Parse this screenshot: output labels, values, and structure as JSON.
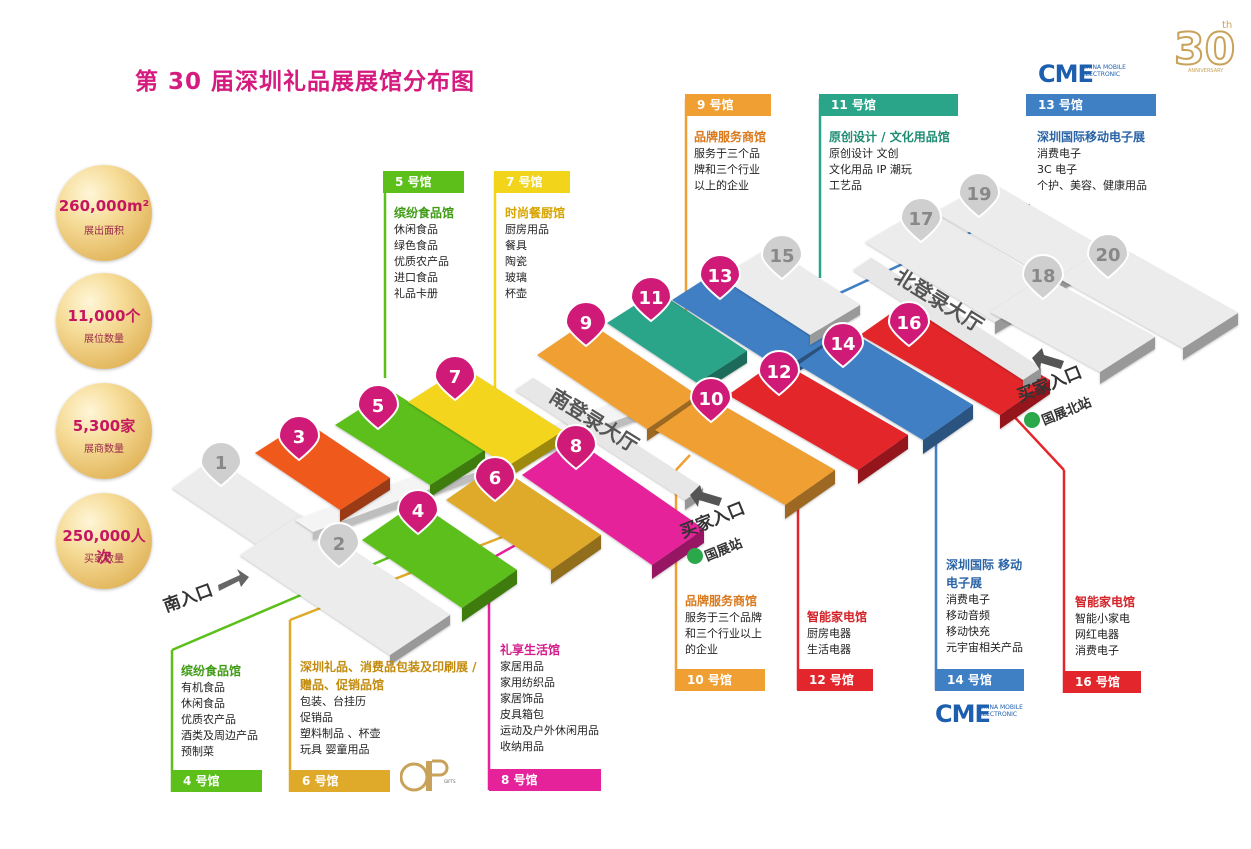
{
  "title": "第 30 届深圳礼品展展馆分布图",
  "stats": [
    {
      "value": "260,000m²",
      "label": "展出面积"
    },
    {
      "value": "11,000个",
      "label": "展位数量"
    },
    {
      "value": "5,300家",
      "label": "展商数量"
    },
    {
      "value": "250,000人次",
      "label": "买家数量"
    }
  ],
  "hall_numbers": [
    "1",
    "2",
    "3",
    "4",
    "5",
    "6",
    "7",
    "8",
    "9",
    "10",
    "11",
    "12",
    "13",
    "14",
    "15",
    "16",
    "17",
    "18",
    "19",
    "20"
  ],
  "corridors": {
    "south": "南登录大厅",
    "north": "北登录大厅"
  },
  "entrances": {
    "south": "南入口",
    "buyer_mid": "买家入口",
    "station_mid": "国展站",
    "buyer_north": "买家入口",
    "station_north": "国展北站"
  },
  "halls": {
    "h5": {
      "tag": "5 号馆",
      "title": "缤纷食品馆",
      "items": [
        "休闲食品",
        "绿色食品",
        "优质农产品",
        "进口食品",
        "礼品卡册"
      ]
    },
    "h7": {
      "tag": "7 号馆",
      "title": "时尚餐厨馆",
      "items": [
        "厨房用品",
        "餐具",
        "陶瓷",
        "玻璃",
        "杯壶"
      ]
    },
    "h9": {
      "tag": "9 号馆",
      "title": "品牌服务商馆",
      "items": [
        "服务于三个品",
        "牌和三个行业",
        "以上的企业"
      ]
    },
    "h11": {
      "tag": "11 号馆",
      "title": "原创设计 / 文化用品馆",
      "items": [
        "原创设计  文创",
        "文化用品  IP 潮玩",
        "工艺品"
      ]
    },
    "h13": {
      "tag": "13 号馆",
      "title": "深圳国际移动电子展",
      "items": [
        "消费电子",
        "3C 电子",
        "个护、美容、健康用品"
      ]
    },
    "h4": {
      "tag": "4 号馆",
      "title": "缤纷食品馆",
      "items": [
        "有机食品",
        "休闲食品",
        "优质农产品",
        "酒类及周边产品",
        "预制菜"
      ]
    },
    "h6": {
      "tag": "6 号馆",
      "title": "深圳礼品、消费品包装及印刷展 / 赠品、促销品馆",
      "items": [
        "包装、台挂历",
        "促销品",
        "塑料制品 、杯壶",
        "玩具  婴童用品"
      ]
    },
    "h8": {
      "tag": "8 号馆",
      "title": "礼享生活馆",
      "items": [
        "家居用品",
        "家用纺织品",
        "家居饰品",
        "皮具箱包",
        "运动及户外休闲用品",
        "收纳用品"
      ]
    },
    "h10": {
      "tag": "10 号馆",
      "title": "品牌服务商馆",
      "items": [
        "服务于三个品牌",
        "和三个行业以上",
        "的企业"
      ]
    },
    "h12": {
      "tag": "12 号馆",
      "title": "智能家电馆",
      "items": [
        "厨房电器",
        "生活电器"
      ]
    },
    "h14": {
      "tag": "14 号馆",
      "title": "深圳国际 移动电子展",
      "items": [
        "消费电子",
        "移动音频",
        "移动快充",
        "元宇宙相关产品"
      ]
    },
    "h16": {
      "tag": "16 号馆",
      "title": "智能家电馆",
      "items": [
        "智能小家电",
        "网红电器",
        "消费电子"
      ]
    }
  },
  "logos": {
    "cme": "CME",
    "cme_sub": "CHINA MOBILE ELECTRONIC",
    "anniv": "30th",
    "anniv_sub": "ANNIVERSARY",
    "gift": "GIFTS PACKAGING & PRINTING"
  },
  "colors": {
    "title": "#d51b7f",
    "food": "#5cbf1a",
    "kitchen": "#f2d51a",
    "brand": "#f0a033",
    "culture": "#2aa58a",
    "mobile": "#3f7fc4",
    "life": "#e6229a",
    "gift": "#dfa92a",
    "appliance": "#e3262c",
    "orange": "#ef5a1f",
    "grey": "#ececec",
    "pin": "#d01a78"
  }
}
